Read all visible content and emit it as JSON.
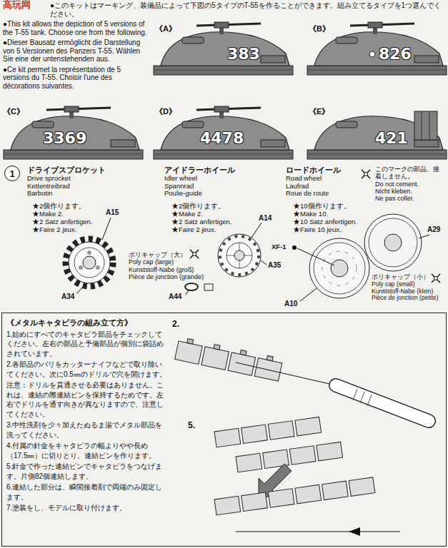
{
  "diagram": {
    "nodes": [
      {
        "text": [
          "1"
        ]
      },
      {
        "text": [
          "《メタルキャタピラの組み立て方》",
          "1.始めにすべてのキャタピラ部品をチェックしてください。左右の部品と予備部品が個別に袋詰めされています。",
          "2.各部品のバリをカッターナイフなどで取り除いてください。次に0.5㎜のドリルで穴を開けます。",
          "注意：ドリルを貫通させる必要はありません。これは、連結の際連結ピンを保持するためです。左右でドリルを通す向きが異なりますので、注意してください。",
          "3.中性洗剤を少々加えたぬるま湯でメタル部品を洗ってください。",
          "4.付属の針金をキャタピラの幅よりやや長め（17.5㎜）に切りとり、連結ピンを作ります。",
          "5.針金で作った連結ピンでキャタピラをつなげます。片側82個連結します。",
          "6.連結した部分は、瞬間接着剤で両端のみ固定します。",
          "7.塗装をし、モデルに取り付けます。",
          "2.",
          "5."
        ]
      }
    ],
    "labels": [
      "高玩网",
      "●このキットはマーキング、装備品によって下図の5タイプのT-55を作ることができます。組み立てるタイプを1つ選んでください。",
      "●This kit allows the depiction of 5 versions of the T-55 tank. Choose one from the following.",
      "●Dieser Bausatz ermöglicht die Darstellung von 5 Versionen des Panzers T-55. Wählen Sie eine der untenstehenden aus.",
      "●Ce kit permet la représentation de 5 versions du T-55. Choisir l'une des décorations suivantes.",
      "《A》",
      "383",
      "《B》",
      "826",
      "《C》",
      "3369",
      "《D》",
      "4478",
      "《E》",
      "421",
      "ドライブスプロケット",
      "Drive sprocket",
      "Kettentreibrad",
      "Barbotin",
      "★2個作ります。",
      "★Make 2.",
      "★2 Satz anfertigen.",
      "★Faire 2 jeux.",
      "A15",
      "A34",
      "アイドラーホイール",
      "Idler wheel",
      "Spannrad",
      "Poulie-guide",
      "★2個作ります。",
      "★Make 2.",
      "★2 Satz anfertigen.",
      "★Faire 2 jeux.",
      "A14",
      "A35",
      "A44",
      "ポリキャップ（大）",
      "Poly cap (large)",
      "Kunststoff-Nabe (groß)",
      "Pièce de jonction (grande)",
      "ロードホイール",
      "Road wheel",
      "Laufrad",
      "Roue de route",
      "★10個作ります。",
      "★Make 10.",
      "★10 Satz anfertigen.",
      "★Faire 10 jeux.",
      "このマークの部品、接着しません。",
      "Do not cement.",
      "Nicht kleben.",
      "Ne pas coller.",
      "XF-1",
      "A29",
      "A10",
      "ポリキャップ（小）",
      "Poly cap (small)",
      "Kunststoff-Nabe (klein)",
      "Pièce de jonction (petite)"
    ]
  }
}
